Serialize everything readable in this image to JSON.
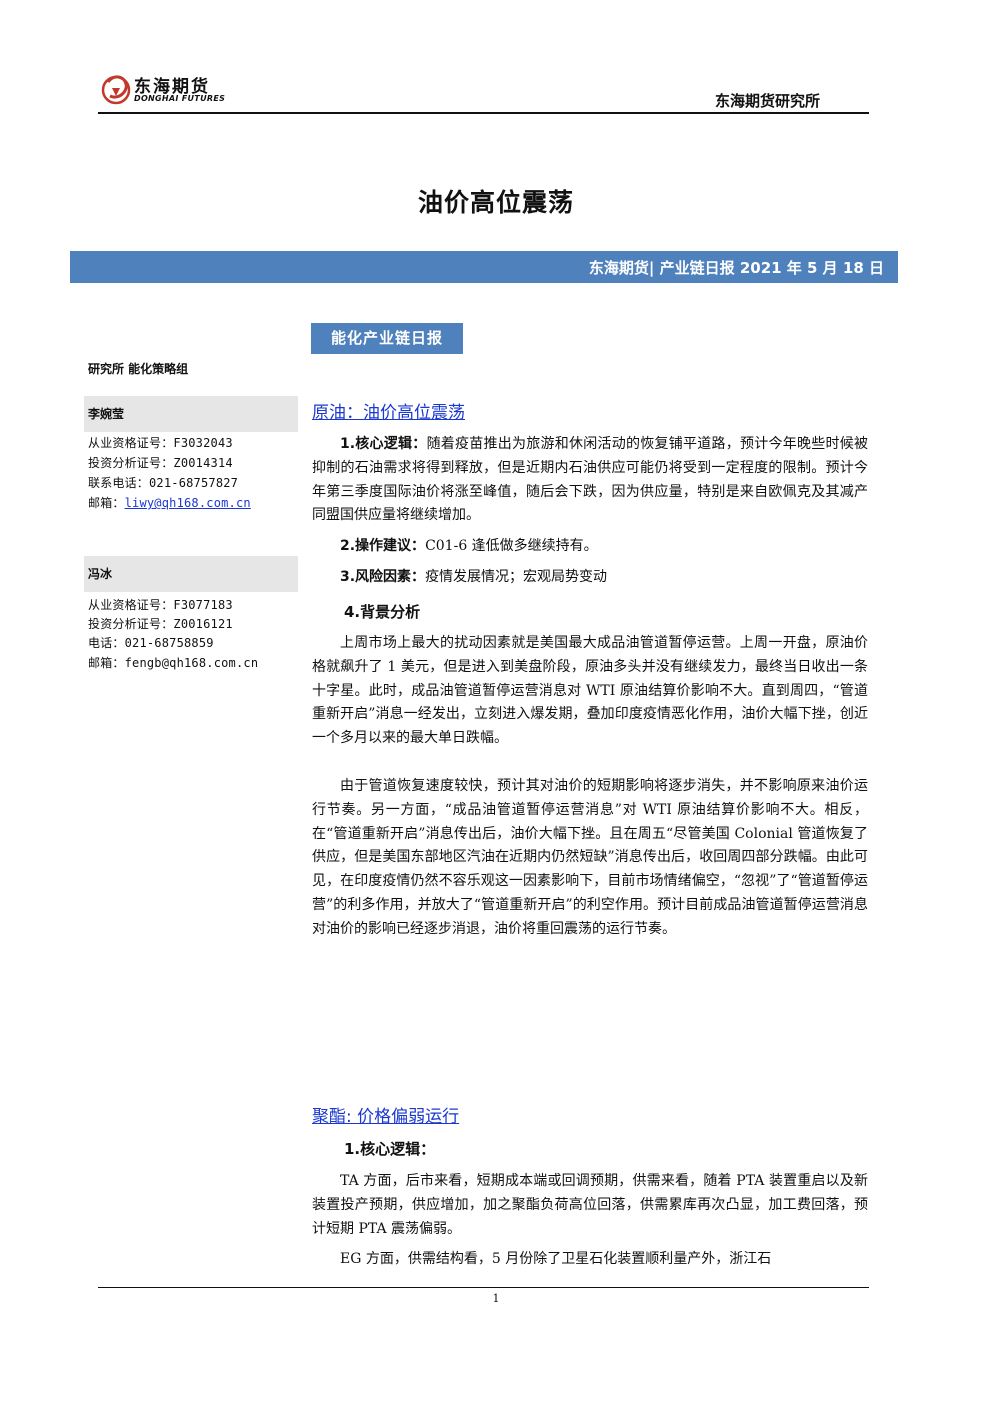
{
  "header": {
    "logo_cn": "东海期货",
    "logo_en": "DONGHAI FUTURES",
    "org": "东海期货研究所"
  },
  "title": "油价高位震荡",
  "banner": "东海期货| 产业链日报 2021 年 5 月 18 日",
  "tag": "能化产业链日报",
  "sidebar": {
    "dept": "研究所   能化策略组",
    "analysts": [
      {
        "name": "李婉莹",
        "lines": [
          "从业资格证号：F3032043",
          "投资分析证号：Z0014314",
          "联系电话：021-68757827"
        ],
        "email_label": "邮箱：",
        "email": "liwy@qh168.com.cn"
      },
      {
        "name": "冯冰",
        "lines": [
          "从业资格证号：F3077183",
          "投资分析证号：Z0016121",
          "电话：021-68758859"
        ],
        "email_label": "邮箱：",
        "email": "fengb@qh168.com.cn"
      }
    ]
  },
  "sections": [
    {
      "title": "原油：油价高位震荡",
      "p1_label": "1.核心逻辑：",
      "p1_text": "随着疫苗推出为旅游和休闲活动的恢复铺平道路，预计今年晚些时候被抑制的石油需求将得到释放，但是近期内石油供应可能仍将受到一定程度的限制。预计今年第三季度国际油价将涨至峰值，随后会下跌，因为供应量，特别是来自欧佩克及其减产同盟国供应量将继续增加。",
      "p2_label": "2.操作建议：",
      "p2_text": "C01-6 逢低做多继续持有。",
      "p3_label": "3.风险因素：",
      "p3_text": "疫情发展情况；宏观局势变动",
      "p4_label": "4.背景分析",
      "p5_text": "上周市场上最大的扰动因素就是美国最大成品油管道暂停运营。上周一开盘，原油价格就飙升了 1 美元，但是进入到美盘阶段，原油多头并没有继续发力，最终当日收出一条十字星。此时，成品油管道暂停运营消息对 WTI 原油结算价影响不大。直到周四，“管道重新开启”消息一经发出，立刻进入爆发期，叠加印度疫情恶化作用，油价大幅下挫，创近一个多月以来的最大单日跌幅。",
      "p6_text": "由于管道恢复速度较快，预计其对油价的短期影响将逐步消失，并不影响原来油价运行节奏。另一方面，“成品油管道暂停运营消息”对 WTI 原油结算价影响不大。相反，在“管道重新开启”消息传出后，油价大幅下挫。且在周五“尽管美国 Colonial 管道恢复了供应，但是美国东部地区汽油在近期内仍然短缺”消息传出后，收回周四部分跌幅。由此可见，在印度疫情仍然不容乐观这一因素影响下，目前市场情绪偏空，“忽视”了“管道暂停运营”的利多作用，并放大了“管道重新开启”的利空作用。预计目前成品油管道暂停运营消息对油价的影响已经逐步消退，油价将重回震荡的运行节奏。"
    },
    {
      "title": "聚酯: 价格偏弱运行",
      "p1_label": "1.核心逻辑：",
      "p2_text": "TA 方面，后市来看，短期成本端或回调预期，供需来看，随着 PTA 装置重启以及新装置投产预期，供应增加，加之聚酯负荷高位回落，供需累库再次凸显，加工费回落，预计短期 PTA 震荡偏弱。",
      "p3_text": "EG 方面，供需结构看，5 月份除了卫星石化装置顺利量产外，浙江石"
    }
  ],
  "footer": {
    "page": "1"
  },
  "colors": {
    "banner": "#4f81bd",
    "link": "#1a37d1",
    "analyst_bar": "#e6e6e6"
  }
}
